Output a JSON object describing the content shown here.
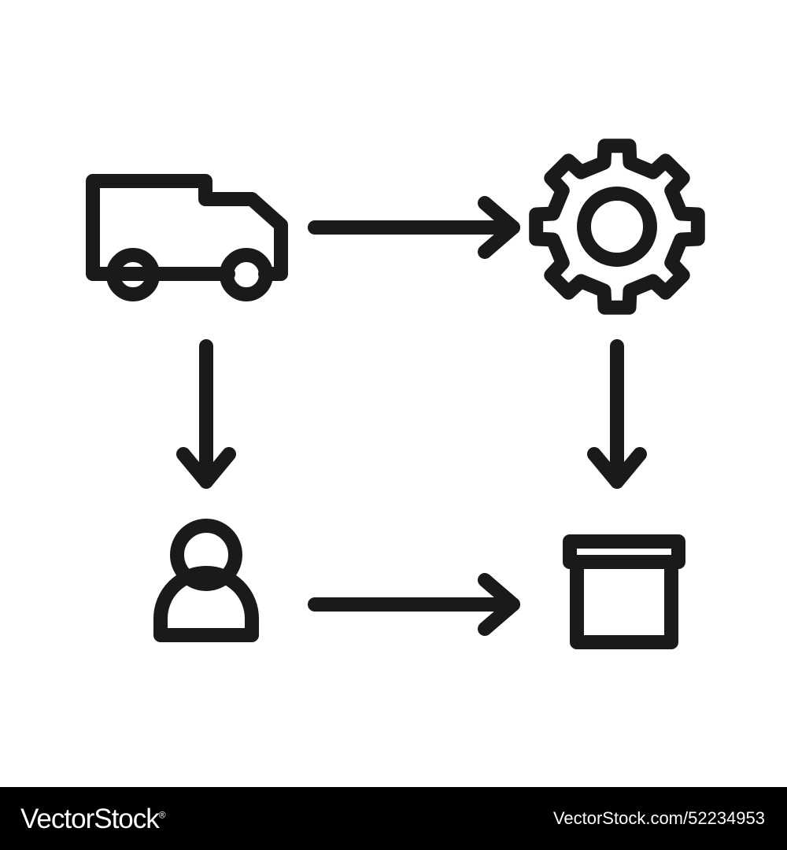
{
  "colors": {
    "stroke": "#1a1a1a",
    "background": "#ffffff",
    "footer_background": "#000000",
    "footer_text": "#ffffff"
  },
  "nodes": [
    {
      "id": "truck",
      "icon": "truck-icon"
    },
    {
      "id": "settings",
      "icon": "gear-icon"
    },
    {
      "id": "person",
      "icon": "user-icon"
    },
    {
      "id": "box",
      "icon": "box-icon"
    }
  ],
  "edges": [
    {
      "from": "truck",
      "to": "settings"
    },
    {
      "from": "truck",
      "to": "person"
    },
    {
      "from": "settings",
      "to": "box"
    },
    {
      "from": "person",
      "to": "box"
    }
  ],
  "footer": {
    "brand": "VectorStock",
    "brand_suffix": "®",
    "image_id": "VectorStock.com/52234953"
  }
}
